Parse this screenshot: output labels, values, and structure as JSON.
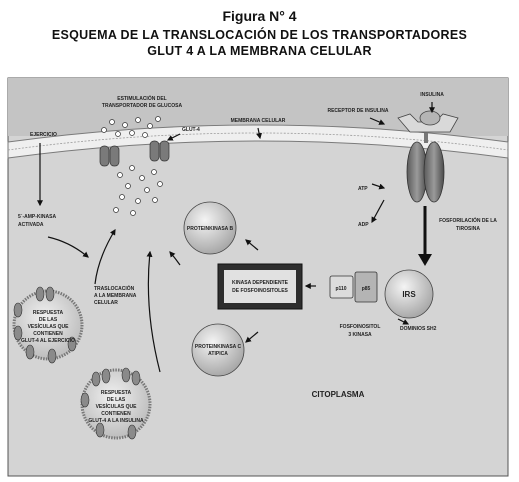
{
  "caption": {
    "line1": "Figura N° 4",
    "line2": "ESQUEMA DE LA TRANSLOCACIÓN DE LOS TRANSPORTADORES",
    "line3": "GLUT 4 A LA MEMBRANA CELULAR"
  },
  "labels": {
    "insulina": "INSULINA",
    "receptor": "RECEPTOR DE INSULINA",
    "membrana": "MEMBRANA CELULAR",
    "estim1": "ESTIMULACIÓN DEL",
    "estim2": "TRANSPORTADOR DE GLUCOSA",
    "glut4": "GLUT-4",
    "ejercicio": "EJERCICIO",
    "ampk1": "5´-AMP-KINASA",
    "ampk2": "ACTIVADA",
    "atp": "ATP",
    "adp": "ADP",
    "fosfo1": "FOSFORILACIÓN DE LA",
    "fosfo2": "TIROSINA",
    "pkb": "PROTEINKINASA B",
    "kin1": "KINASA DEPENDIENTE",
    "kin2": "DE FOSFOINOSITOLES",
    "p110": "p110",
    "p85": "p85",
    "irs": "IRS",
    "fpi1": "FOSFOINOSITOL",
    "fpi2": "3 KINASA",
    "dom": "DOMINIOS SH2",
    "tras1": "TRASLOCACIÓN",
    "tras2": "A LA MEMBRANA",
    "tras3": "CELULAR",
    "pkc1": "PROTEINKINASA C",
    "pkc2": "ATIPICA",
    "citoplasma": "CITOPLASMA",
    "ves1": {
      "l1": "RESPUESTA",
      "l2": "DE LAS",
      "l3": "VESÍCULAS QUE",
      "l4": "CONTIENEN",
      "l5": "GLUT-4 AL EJERCICIO"
    },
    "ves2": {
      "l1": "RESPUESTA",
      "l2": "DE LAS",
      "l3": "VESÍCULAS QUE",
      "l4": "CONTIENEN",
      "l5": "GLUT-4 A LA INSULINA"
    }
  },
  "colors": {
    "cell": "#d3d3d3",
    "membrane": "#eeeeee",
    "dark": "#444444"
  }
}
